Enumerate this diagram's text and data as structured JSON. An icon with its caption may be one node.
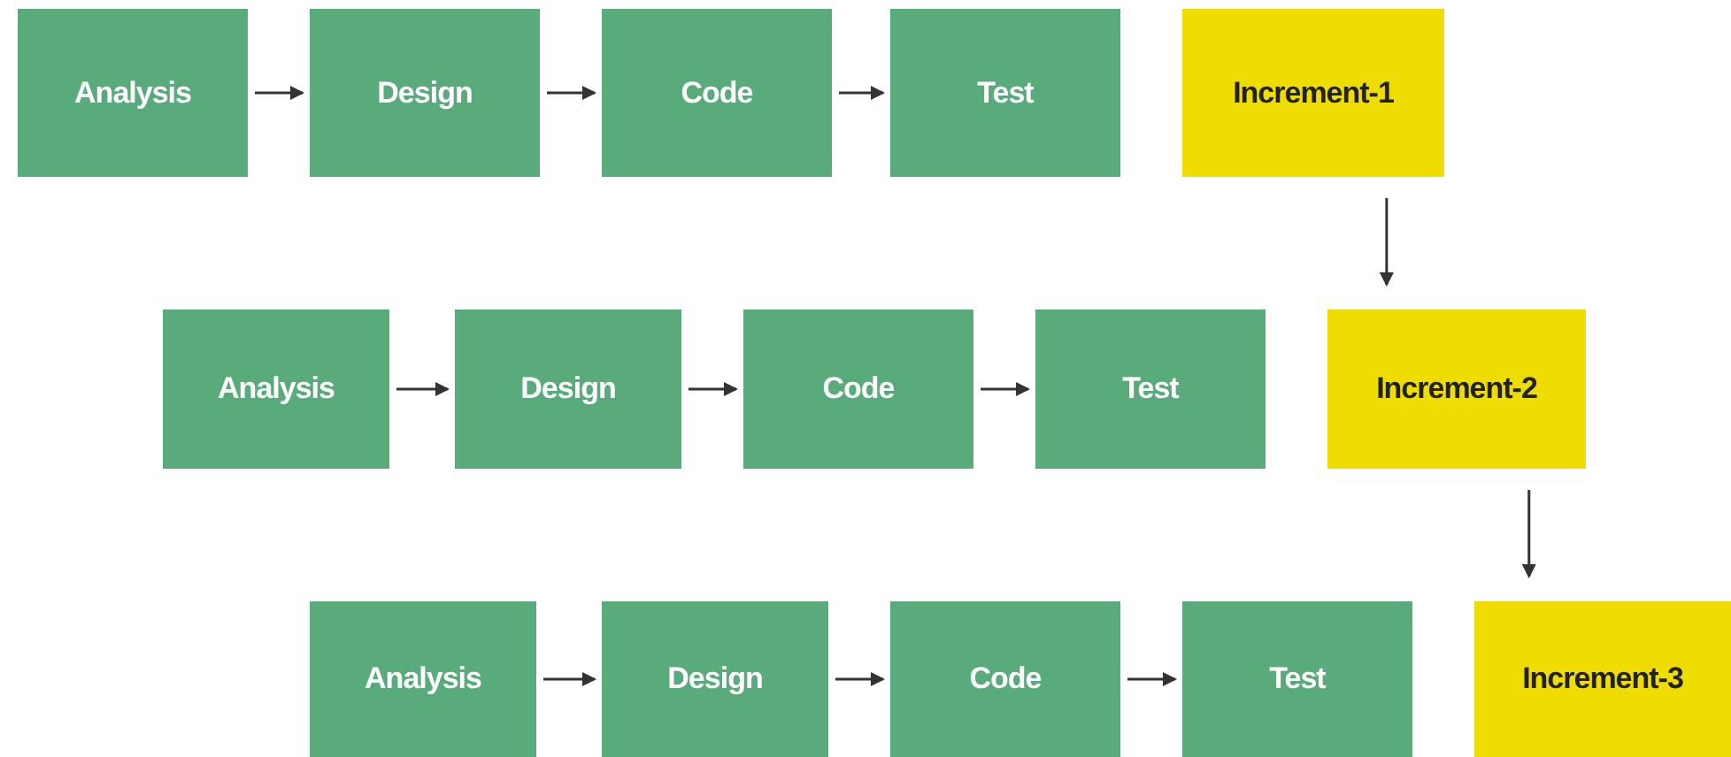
{
  "diagram": {
    "nodes": [
      {
        "text": [
          "Analysis"
        ]
      },
      {
        "text": [
          "Design"
        ]
      },
      {
        "text": [
          "Code"
        ]
      },
      {
        "text": [
          "Test"
        ]
      },
      {
        "text": [
          "Increment-1"
        ]
      },
      {
        "text": [
          "Analysis"
        ]
      },
      {
        "text": [
          "Design"
        ]
      },
      {
        "text": [
          "Code"
        ]
      },
      {
        "text": [
          "Test"
        ]
      },
      {
        "text": [
          "Increment-2"
        ]
      },
      {
        "text": [
          "Analysis"
        ]
      },
      {
        "text": [
          "Design"
        ]
      },
      {
        "text": [
          "Code"
        ]
      },
      {
        "text": [
          "Test"
        ]
      },
      {
        "text": [
          "Increment-3"
        ]
      }
    ],
    "edges": [
      {
        "from": 0,
        "to": 1,
        "arrow": "to"
      },
      {
        "from": 1,
        "to": 2,
        "arrow": "to"
      },
      {
        "from": 2,
        "to": 3,
        "arrow": "to"
      },
      {
        "from": 4,
        "to": 9,
        "arrow": "to"
      },
      {
        "from": 5,
        "to": 6,
        "arrow": "to"
      },
      {
        "from": 6,
        "to": 7,
        "arrow": "to"
      },
      {
        "from": 7,
        "to": 8,
        "arrow": "to"
      },
      {
        "from": 9,
        "to": 14,
        "arrow": "to"
      },
      {
        "from": 10,
        "to": 11,
        "arrow": "to"
      },
      {
        "from": 11,
        "to": 12,
        "arrow": "to"
      },
      {
        "from": 12,
        "to": 13,
        "arrow": "to"
      }
    ]
  }
}
